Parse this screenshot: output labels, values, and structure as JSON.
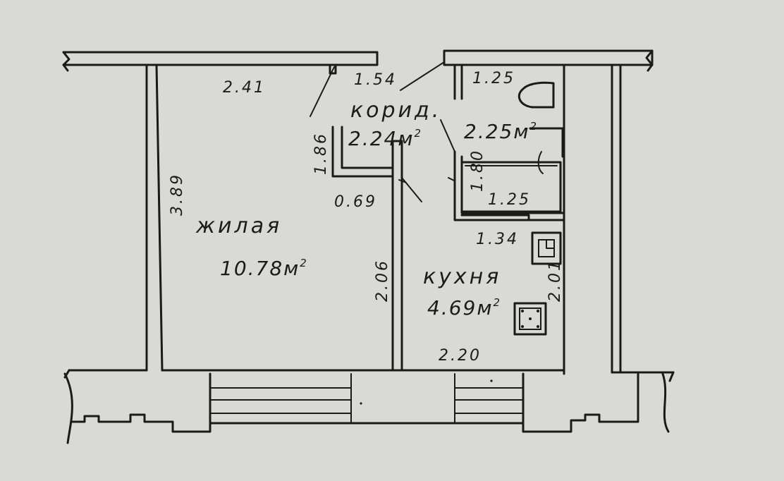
{
  "rooms": {
    "living": {
      "name": "жилая",
      "area": "10.78",
      "unit": "м",
      "sup": "2"
    },
    "corridor": {
      "name": "корид.",
      "area": "2.24",
      "unit": "м",
      "sup": "2"
    },
    "bathroom": {
      "area": "2.25",
      "unit": "м",
      "sup": "2"
    },
    "kitchen": {
      "name": "кухня",
      "area": "4.69",
      "unit": "м",
      "sup": "2"
    }
  },
  "dimensions": {
    "living_top": "2.41",
    "living_left": "3.89",
    "corridor_top": "1.54",
    "corridor_left": "1.86",
    "corridor_bottom": "0.69",
    "partition": "2.06",
    "bath_top": "1.25",
    "bath_side": "1.80",
    "bath_bottom": "1.25",
    "kitchen_top": "1.34",
    "kitchen_right": "2.01",
    "kitchen_bottom": "2.20"
  }
}
